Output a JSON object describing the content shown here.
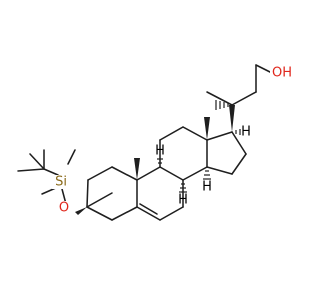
{
  "molecule": {
    "atom_labels": {
      "silicon": "Si",
      "ether_oxygen": "O",
      "alcohol": "OH"
    },
    "colors": {
      "bond": "#1f1f1f",
      "silicon": "#8a6a1a",
      "oxygen": "#e0261b",
      "stereo_hash": "#1f1f1f"
    },
    "stereo_h_label": "H"
  }
}
